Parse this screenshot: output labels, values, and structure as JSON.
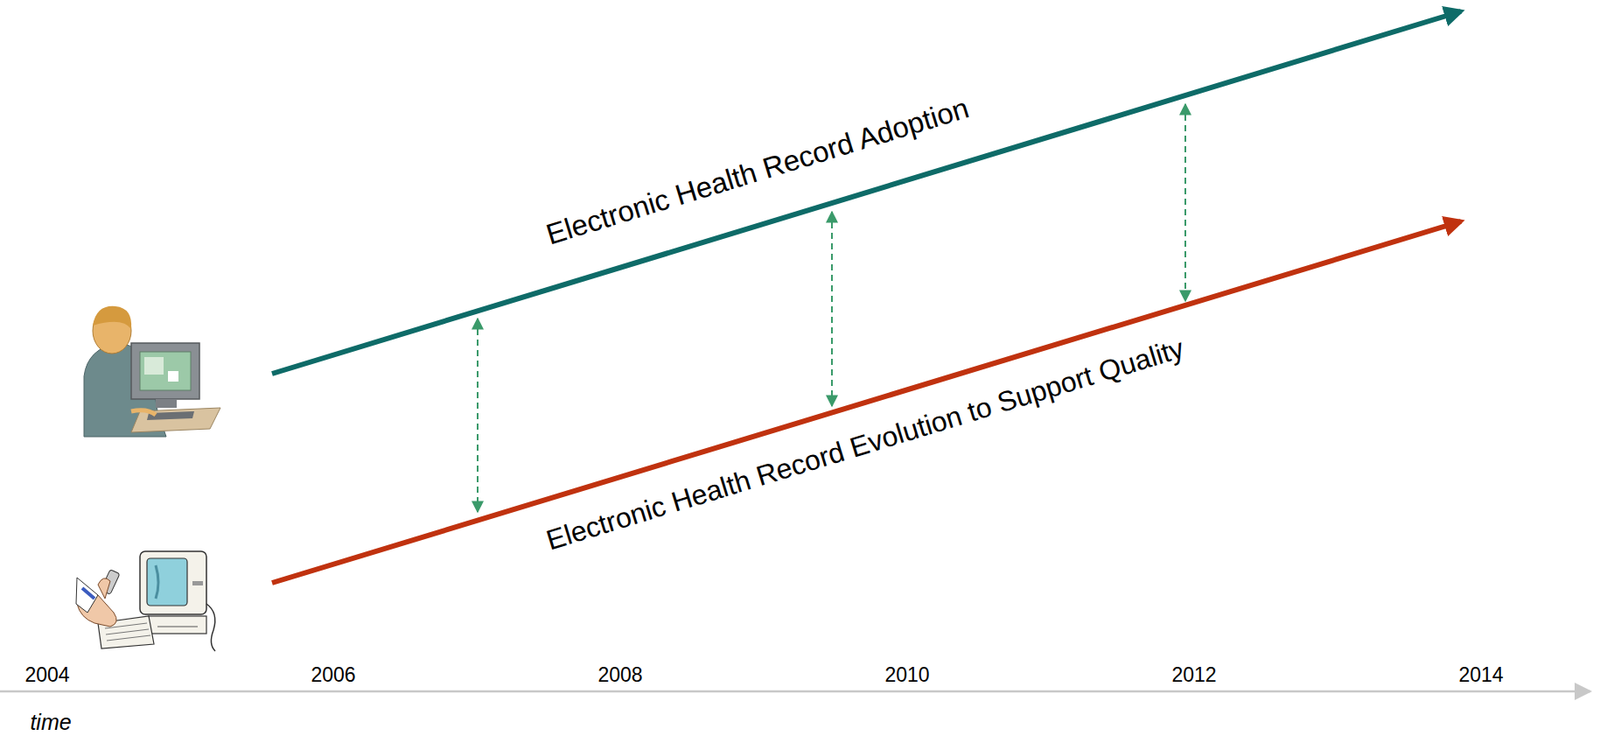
{
  "diagram": {
    "labels": [
      "Electronic Health Record Adoption",
      "Electronic Health Record Evolution to Support Quality",
      "2004",
      "2006",
      "2008",
      "2010",
      "2012",
      "2014",
      "time"
    ]
  }
}
